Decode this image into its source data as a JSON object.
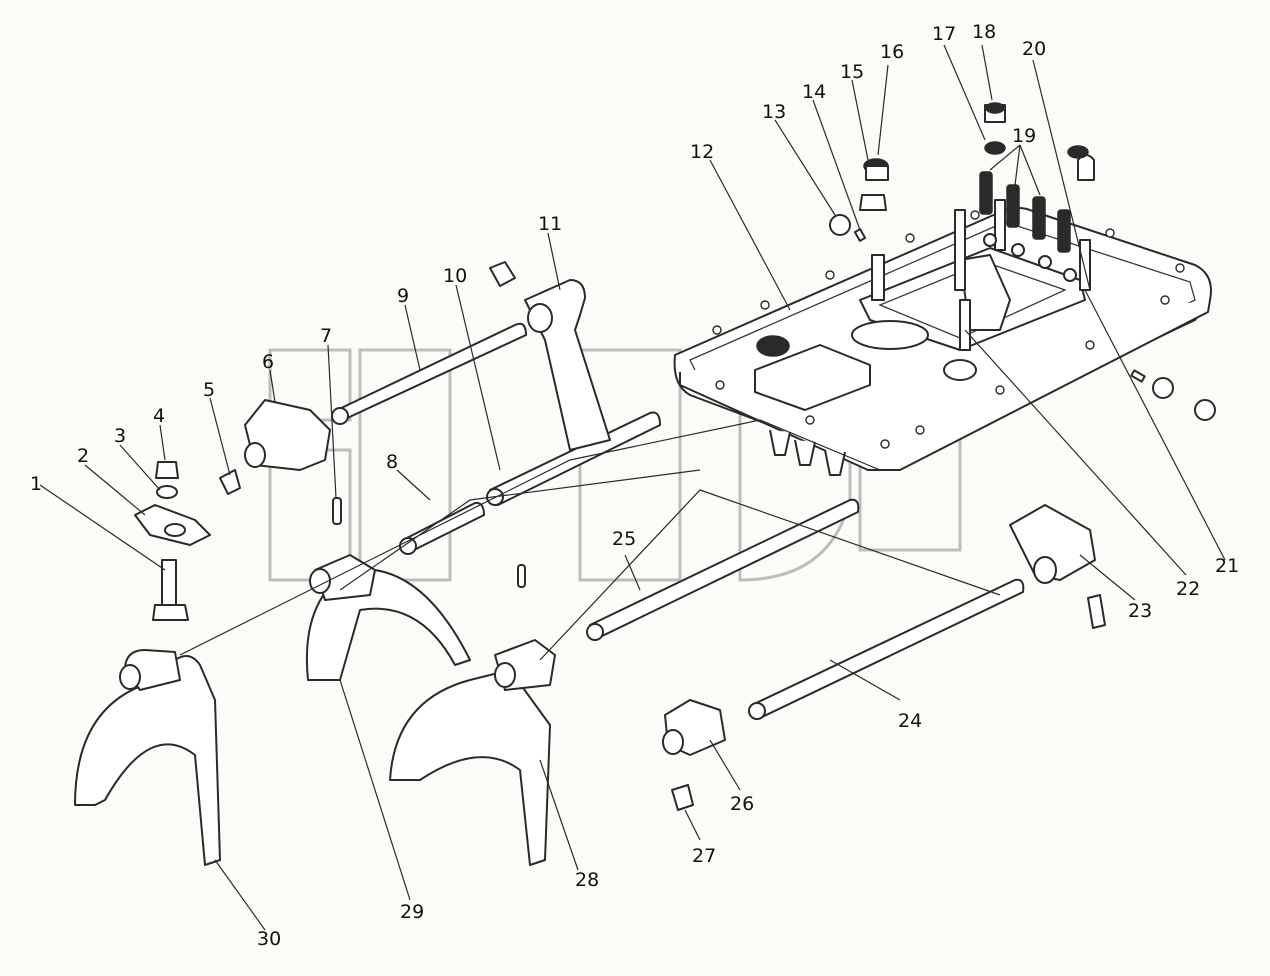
{
  "diagram": {
    "watermark": "TM",
    "callouts": [
      {
        "id": "1",
        "text": "1"
      },
      {
        "id": "2",
        "text": "2"
      },
      {
        "id": "3",
        "text": "3"
      },
      {
        "id": "4",
        "text": "4"
      },
      {
        "id": "5",
        "text": "5"
      },
      {
        "id": "6",
        "text": "6"
      },
      {
        "id": "7",
        "text": "7"
      },
      {
        "id": "8",
        "text": "8"
      },
      {
        "id": "9",
        "text": "9"
      },
      {
        "id": "10",
        "text": "10"
      },
      {
        "id": "11",
        "text": "11"
      },
      {
        "id": "12",
        "text": "12"
      },
      {
        "id": "13",
        "text": "13"
      },
      {
        "id": "14",
        "text": "14"
      },
      {
        "id": "15",
        "text": "15"
      },
      {
        "id": "16",
        "text": "16"
      },
      {
        "id": "17",
        "text": "17"
      },
      {
        "id": "18",
        "text": "18"
      },
      {
        "id": "19",
        "text": "19"
      },
      {
        "id": "20",
        "text": "20"
      },
      {
        "id": "21",
        "text": "21"
      },
      {
        "id": "22",
        "text": "22"
      },
      {
        "id": "23",
        "text": "23"
      },
      {
        "id": "24",
        "text": "24"
      },
      {
        "id": "25",
        "text": "25"
      },
      {
        "id": "26",
        "text": "26"
      },
      {
        "id": "27",
        "text": "27"
      },
      {
        "id": "28",
        "text": "28"
      },
      {
        "id": "29",
        "text": "29"
      },
      {
        "id": "30",
        "text": "30"
      }
    ],
    "colors": {
      "line": "#2a2a2a",
      "background": "#fbfbf7",
      "watermark": "#bdbdbd"
    }
  }
}
